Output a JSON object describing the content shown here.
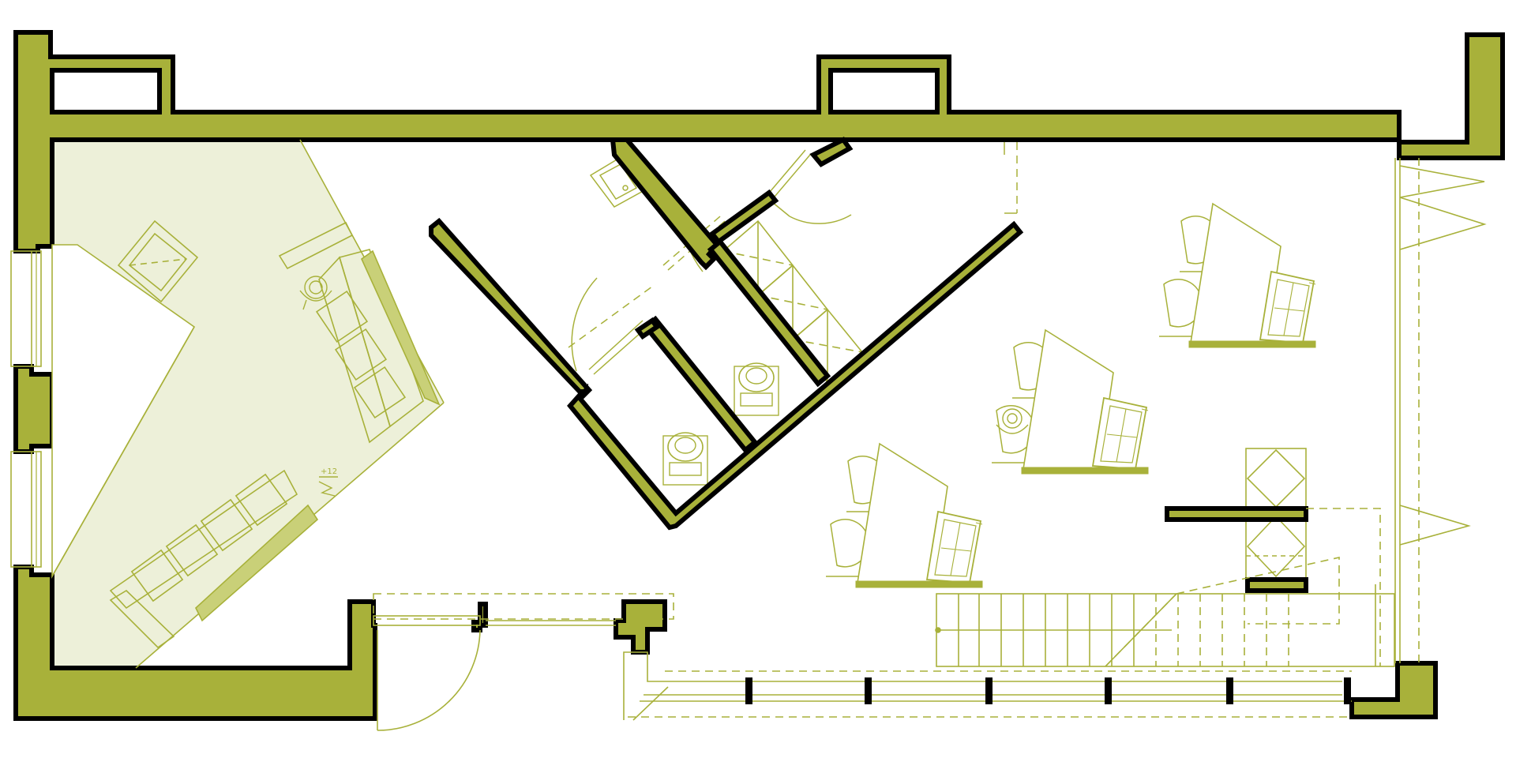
{
  "plan": {
    "annotation": "+12",
    "colors": {
      "wall_fill": "#a8b13a",
      "wall_stroke": "#000000",
      "lounge_tint": "#edf0d9",
      "line": "#a8b13a",
      "background": "#ffffff"
    },
    "icons": [
      "north-arrow-icon",
      "toilet-icon",
      "sink-icon",
      "chair-icon",
      "monitor-icon"
    ],
    "rooms": [
      "lounge",
      "wc-1",
      "wc-2",
      "storage",
      "work-area",
      "stair",
      "entrance"
    ]
  }
}
